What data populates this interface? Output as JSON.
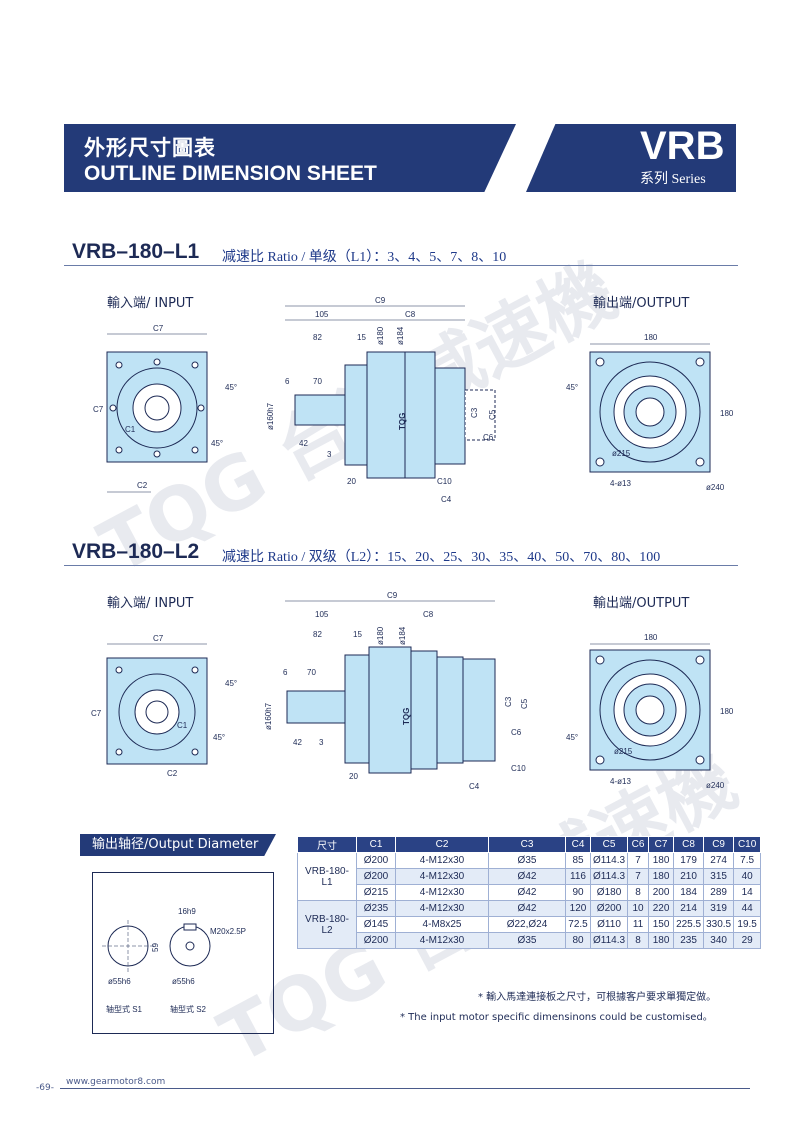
{
  "header": {
    "title_cn": "外形尺寸圖表",
    "title_en": "OUTLINE DIMENSION SHEET",
    "series_code": "VRB",
    "series_label": "系列 Series"
  },
  "section_l1": {
    "model": "VRB–180–L1",
    "ratio_text": "减速比 Ratio / 单级（L1）：3、4、5、7、8、10",
    "input_label": "輸入端/ INPUT",
    "output_label": "輸出端/OUTPUT",
    "dims": {
      "c7": "C7",
      "c2": "C2",
      "c9": "C9",
      "c8": "C8",
      "c5": "C5",
      "c3": "C3",
      "c6": "C6",
      "c10": "C10",
      "c4": "C4",
      "c1": "C1",
      "d105": "105",
      "d82": "82",
      "d15": "15",
      "d180": "ø180",
      "d184": "ø184",
      "d6": "6",
      "d70": "70",
      "d160": "ø160h7",
      "d42": "42",
      "d3": "3",
      "d20": "20",
      "a45": "45°",
      "o180": "180",
      "o215": "ø215",
      "o13": "4-ø13",
      "o240": "ø240"
    }
  },
  "section_l2": {
    "model": "VRB–180–L2",
    "ratio_text": "减速比 Ratio / 双级（L2）：15、20、25、30、35、40、50、70、80、100",
    "input_label": "輸入端/ INPUT",
    "output_label": "輸出端/OUTPUT"
  },
  "output_diameter": {
    "label": "输出轴径/Output Diameter",
    "s1_label": "轴型式  S1",
    "s2_label": "轴型式  S2",
    "s1_dim": "ø55h6",
    "s2_dim": "ø55h6",
    "keyway": "16h9",
    "thread": "M20x2.5P",
    "height": "59"
  },
  "spec_table": {
    "headers": [
      "尺寸",
      "C1",
      "C2",
      "C3",
      "C4",
      "C5",
      "C6",
      "C7",
      "C8",
      "C9",
      "C10"
    ],
    "groups": [
      {
        "model": "VRB-180-L1",
        "rows": [
          [
            "Ø200",
            "4-M12x30",
            "Ø35",
            "85",
            "Ø114.3",
            "7",
            "180",
            "179",
            "274",
            "7.5"
          ],
          [
            "Ø200",
            "4-M12x30",
            "Ø42",
            "116",
            "Ø114.3",
            "7",
            "180",
            "210",
            "315",
            "40"
          ],
          [
            "Ø215",
            "4-M12x30",
            "Ø42",
            "90",
            "Ø180",
            "8",
            "200",
            "184",
            "289",
            "14"
          ]
        ]
      },
      {
        "model": "VRB-180-L2",
        "rows": [
          [
            "Ø235",
            "4-M12x30",
            "Ø42",
            "120",
            "Ø200",
            "10",
            "220",
            "214",
            "319",
            "44"
          ],
          [
            "Ø145",
            "4-M8x25",
            "Ø22,Ø24",
            "72.5",
            "Ø110",
            "11",
            "150",
            "225.5",
            "330.5",
            "19.5"
          ],
          [
            "Ø200",
            "4-M12x30",
            "Ø35",
            "80",
            "Ø114.3",
            "8",
            "180",
            "235",
            "340",
            "29"
          ]
        ]
      }
    ]
  },
  "notes": {
    "cn": "* 輸入馬達連接板之尺寸，可根據客户要求單獨定做。",
    "en": "* The input motor specific dimensinons could be customised。"
  },
  "footer": {
    "url": "www.gearmotor8.com",
    "page": "-69-"
  },
  "colors": {
    "banner": "#233a78",
    "part_fill": "#bfe3f5",
    "line": "#1d2a55"
  }
}
